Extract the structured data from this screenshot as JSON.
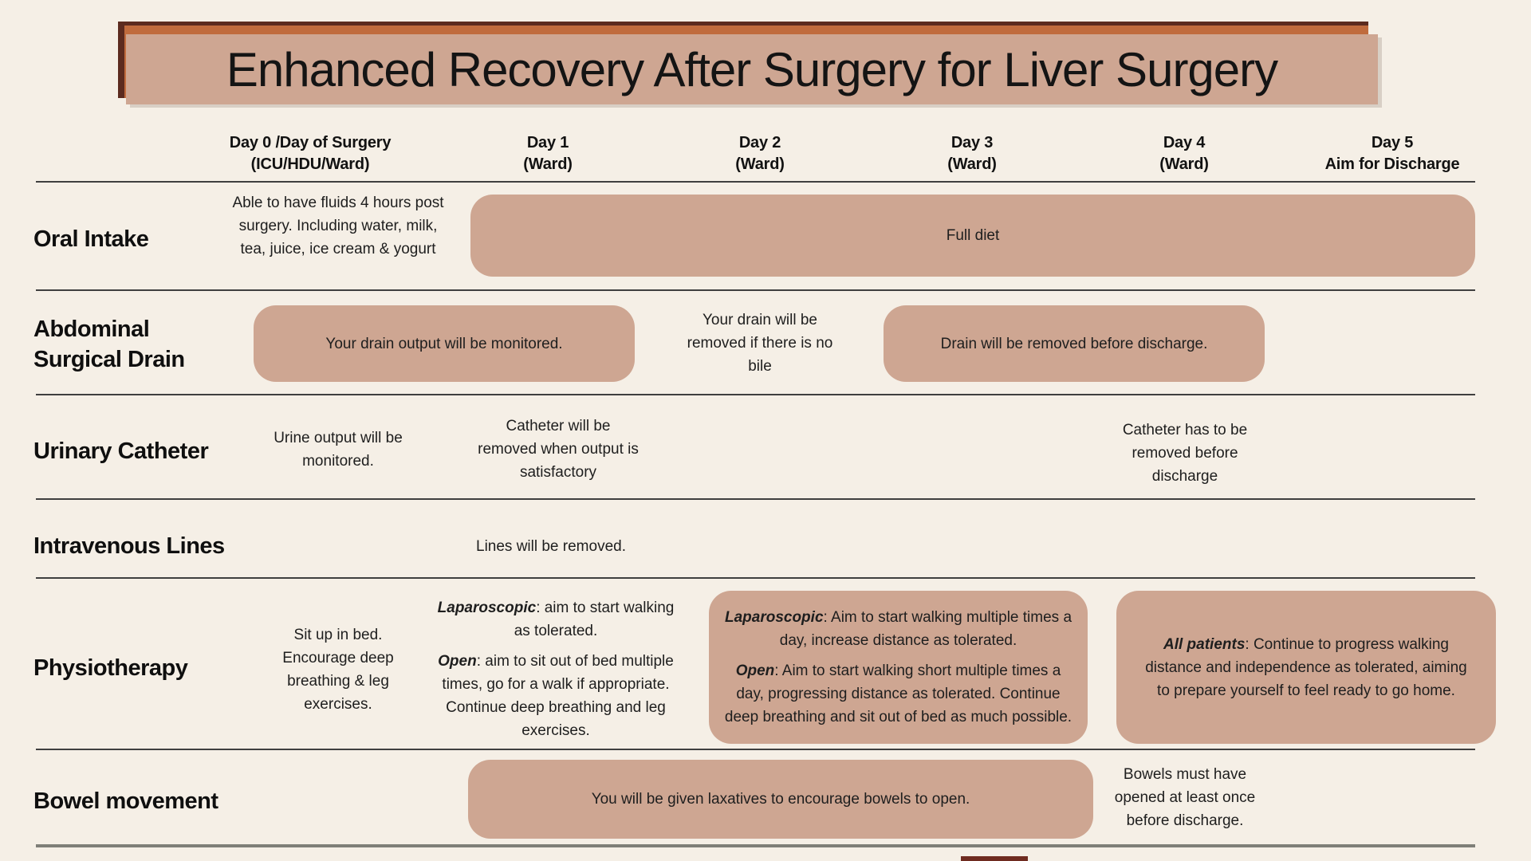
{
  "title": {
    "text": "Enhanced Recovery After Surgery for Liver Surgery"
  },
  "colors": {
    "background": "#f5efe6",
    "pill_tan": "#cea692",
    "title_frame_orange": "#c06b3d",
    "title_frame_dark": "#5c2b1f",
    "separator_dark": "#3f3f3f",
    "separator_bottom_gray": "#7f7f78",
    "text": "#1e1e1e"
  },
  "header": {
    "columns": [
      {
        "line1": "Day 0 /Day of Surgery",
        "line2": "(ICU/HDU/Ward)"
      },
      {
        "line1": "Day 1",
        "line2": "(Ward)"
      },
      {
        "line1": "Day 2",
        "line2": "(Ward)"
      },
      {
        "line1": "Day 3",
        "line2": "(Ward)"
      },
      {
        "line1": "Day 4",
        "line2": "(Ward)"
      },
      {
        "line1": "Day 5",
        "line2": "Aim for Discharge"
      }
    ]
  },
  "rows": {
    "oral_intake": {
      "label": "Oral Intake",
      "day0": "Able to have fluids 4 hours post surgery.  Including water, milk, tea, juice, ice cream & yogurt",
      "full_diet_pill": "Full diet"
    },
    "abdominal_drain": {
      "label_line1": "Abdominal",
      "label_line2": "Surgical Drain",
      "monitor_pill": "Your drain output will be monitored.",
      "day2": "Your drain will be removed if there is no bile",
      "removal_pill": "Drain will be removed before discharge."
    },
    "urinary_catheter": {
      "label": "Urinary Catheter",
      "day0": "Urine output will be monitored.",
      "day1": "Catheter will be removed when output is satisfactory",
      "day4": "Catheter has to be removed before discharge"
    },
    "intravenous_lines": {
      "label": "Intravenous Lines",
      "day1": "Lines will be removed."
    },
    "physiotherapy": {
      "label": "Physiotherapy",
      "day0": "Sit up in bed. Encourage deep breathing & leg exercises.",
      "day1_laparoscopic_lead": "Laparoscopic",
      "day1_laparoscopic_text": ":  aim to start walking as tolerated.",
      "day1_open_lead": "Open",
      "day1_open_text": ": aim to sit out of bed multiple times, go for a walk if appropriate. Continue deep breathing and leg exercises.",
      "day23_laparoscopic_lead": "Laparoscopic",
      "day23_laparoscopic_text": ": Aim to start walking multiple times a day, increase distance as tolerated.",
      "day23_open_lead": "Open",
      "day23_open_text": ": Aim to start walking short multiple times a day, progressing distance as tolerated. Continue deep breathing and sit out of bed as much possible.",
      "day45_all_lead": "All patients",
      "day45_all_text": ": Continue to progress walking distance and independence as tolerated, aiming to prepare yourself to feel ready to go home."
    },
    "bowel_movement": {
      "label": "Bowel movement",
      "laxatives_pill": "You will be given laxatives to encourage bowels to open.",
      "day4": "Bowels must have opened at least once before discharge."
    }
  }
}
